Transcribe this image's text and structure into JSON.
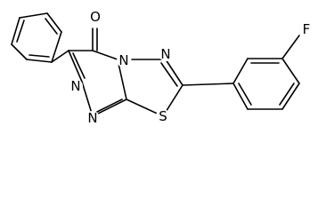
{
  "atoms": {
    "oxygen": "O",
    "n_top": "N",
    "n_bridge": "N",
    "n_left_a": "N",
    "n_left_b": "N",
    "sulfur": "S",
    "fluorine": "F"
  }
}
